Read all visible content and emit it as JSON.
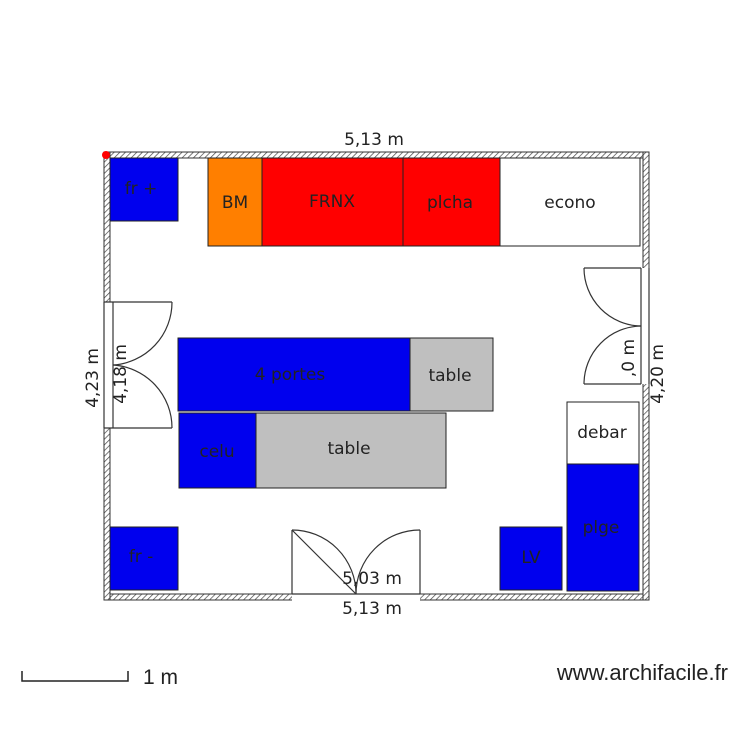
{
  "plan": {
    "dimensions": {
      "top_width": "5,13 m",
      "bottom_width": "5,13 m",
      "door_width": "5,03 m",
      "left_outer_height": "4,23 m",
      "left_inner_height": "4,18 m",
      "right_inner_height": ",0 m",
      "right_outer_height": "4,20 m"
    },
    "furniture": {
      "fr_plus": "fr +",
      "bm": "BM",
      "frnx": "FRNX",
      "plcha": "plcha",
      "econo": "econo",
      "four_portes": "4 portes",
      "table_small": "table",
      "celu": "celu",
      "table_large": "table",
      "debar": "debar",
      "plge": "plge",
      "fr_minus": "fr -",
      "lv": "LV"
    },
    "colors": {
      "blue": "#0000ee",
      "red": "#ff0000",
      "orange": "#ff7f00",
      "grey": "#bfbfbf",
      "white": "#ffffff",
      "wall": "#333333",
      "corner_marker": "#ff0000"
    }
  },
  "scale": {
    "label": "1 m"
  },
  "watermark": {
    "text": "www.archifacile.fr"
  }
}
